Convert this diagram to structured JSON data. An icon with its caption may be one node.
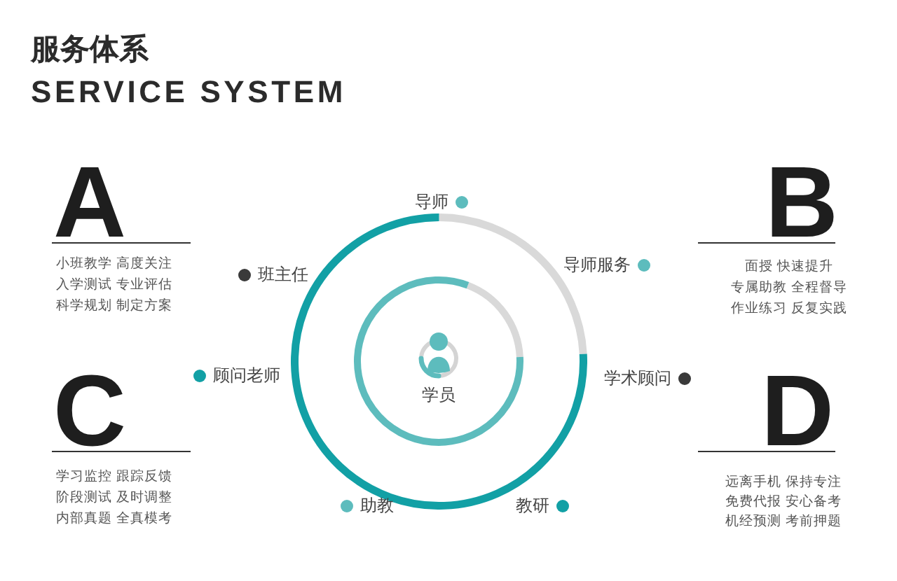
{
  "diagram": {
    "title": "服务体系",
    "nodes": [
      {
        "text": [
          "学员"
        ]
      }
    ],
    "labels": [
      "SERVICE SYSTEM",
      "A",
      "小班教学 高度关注",
      "入学测试 专业评估",
      "科学规划 制定方案",
      "导师",
      "B",
      "面授 快速提升",
      "专属助教 全程督导",
      "作业练习 反复实践",
      "班主任",
      "导师服务",
      "顾问老师",
      "学术顾问",
      "C",
      "学习监控 跟踪反馈",
      "阶段测试 及时调整",
      "内部真题 全真模考",
      "助教",
      "教研",
      "D",
      "远离手机 保持专注",
      "免费代报 安心备考",
      "机经预测 考前押题"
    ]
  }
}
